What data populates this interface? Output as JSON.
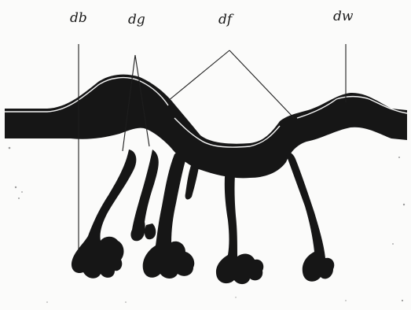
{
  "figure": {
    "labels": {
      "db": "db",
      "dg": "dg",
      "df": "df",
      "dw": "dw"
    },
    "colors": {
      "background": "#fbfbfa",
      "ink": "#161616"
    }
  }
}
